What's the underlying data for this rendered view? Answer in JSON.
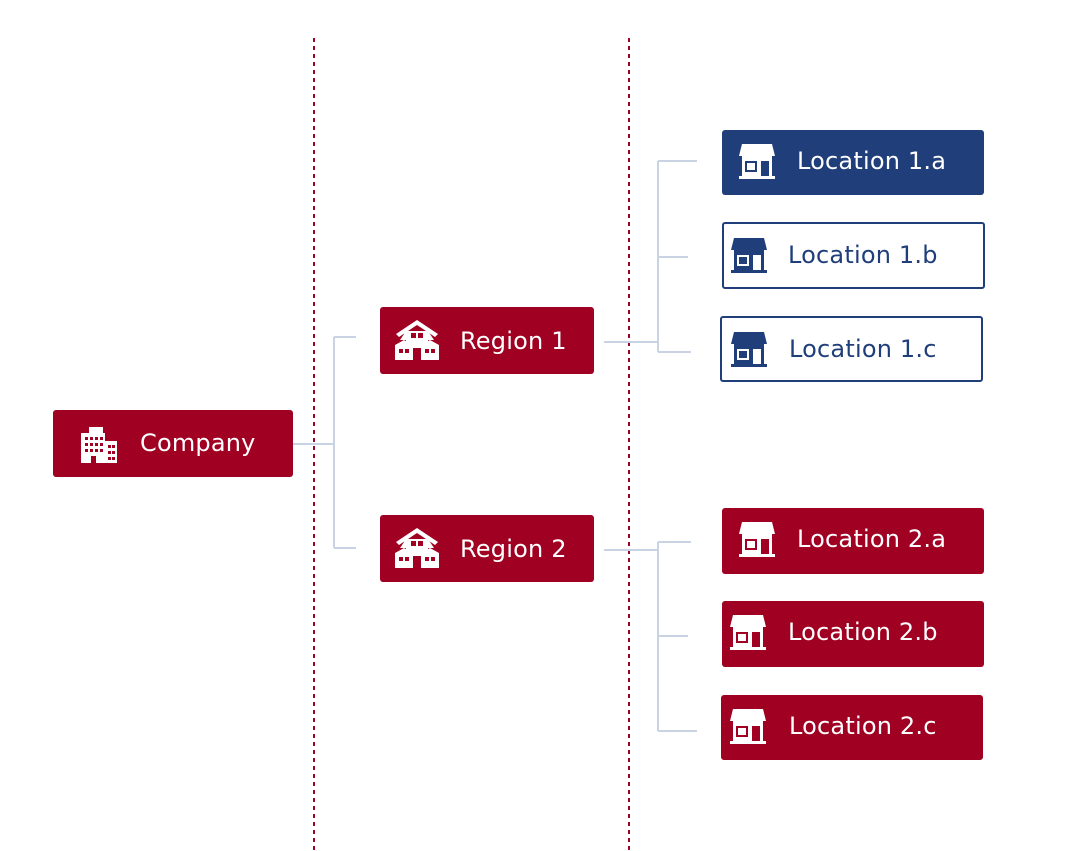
{
  "company": {
    "label": "Company",
    "icon": "office-building-icon"
  },
  "regions": [
    {
      "label": "Region 1",
      "icon": "houses-icon"
    },
    {
      "label": "Region 2",
      "icon": "houses-icon"
    }
  ],
  "locations": [
    {
      "label": "Location 1.a",
      "icon": "storefront-icon",
      "style": "filled-navy"
    },
    {
      "label": "Location 1.b",
      "icon": "storefront-icon",
      "style": "outline-navy"
    },
    {
      "label": "Location 1.c",
      "icon": "storefront-icon",
      "style": "outline-navy"
    },
    {
      "label": "Location 2.a",
      "icon": "storefront-icon",
      "style": "filled-red"
    },
    {
      "label": "Location 2.b",
      "icon": "storefront-icon",
      "style": "filled-red"
    },
    {
      "label": "Location 2.c",
      "icon": "storefront-icon",
      "style": "filled-red"
    }
  ],
  "colors": {
    "red": "#a00022",
    "navy": "#1f3e7a",
    "connector": "#c9d3e4",
    "divider": "#a00022"
  }
}
